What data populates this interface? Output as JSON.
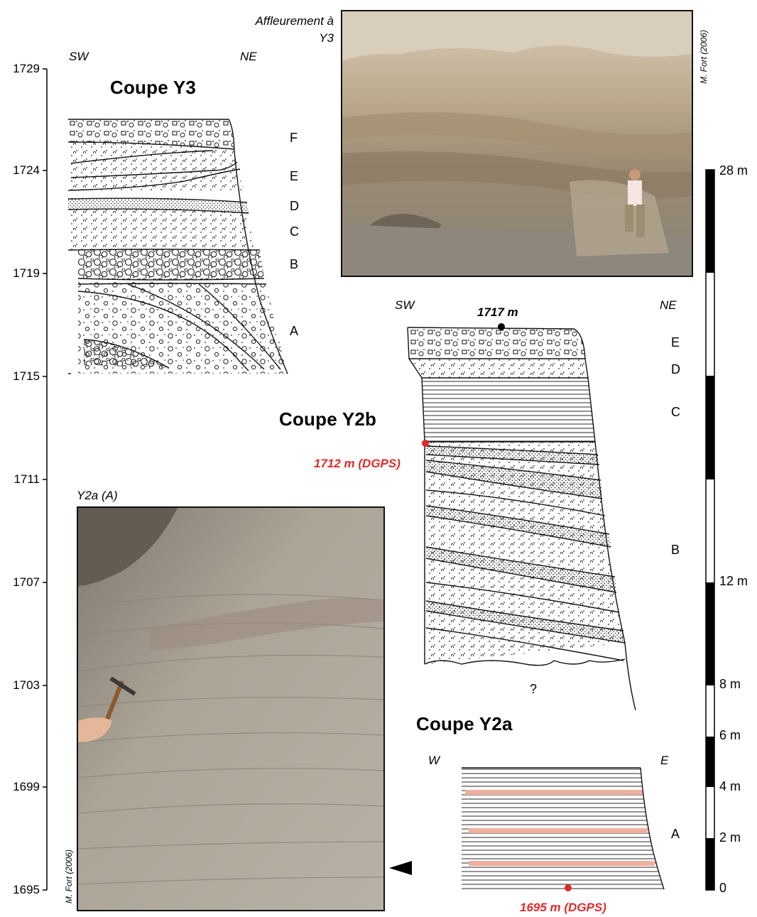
{
  "elevation_axis": {
    "ticks": [
      "1729",
      "1724",
      "1719",
      "1715",
      "1711",
      "1707",
      "1703",
      "1699",
      "1695"
    ]
  },
  "orientations": {
    "y3_left": "SW",
    "y3_right": "NE",
    "y2b_left": "SW",
    "y2b_right": "NE",
    "y2a_left": "W",
    "y2a_right": "E"
  },
  "photo_y3": {
    "caption": "Affleurement à Y3",
    "caption_line1": "Affleurement à",
    "caption_line2": "Y3",
    "credit": "M. Fort (2006)"
  },
  "photo_y2a": {
    "caption": "Y2a (A)",
    "credit": "M. Fort (2006)"
  },
  "section_y3": {
    "title": "Coupe Y3",
    "layers": [
      "F",
      "E",
      "D",
      "C",
      "B",
      "A"
    ]
  },
  "section_y2b": {
    "title": "Coupe Y2b",
    "top_elevation": "1717 m",
    "dgps_point": "1712 m (DGPS)",
    "layers": [
      "E",
      "D",
      "C",
      "B"
    ],
    "unknown_base": "?"
  },
  "section_y2a": {
    "title": "Coupe Y2a",
    "layers": [
      "A"
    ],
    "dgps_point": "1695 m (DGPS)"
  },
  "scale_bar": {
    "labels": [
      "28 m",
      "12 m",
      "8 m",
      "6 m",
      "4 m",
      "2 m",
      "0"
    ]
  },
  "colors": {
    "dgps_marker": "#e02a2a",
    "pink_layer": "#f0b0a0",
    "scale_black": "#000000"
  }
}
